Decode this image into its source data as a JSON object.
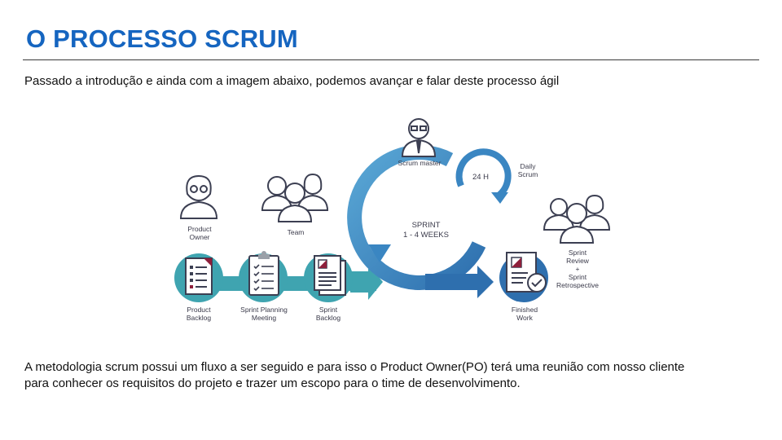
{
  "slide": {
    "title": "O PROCESSO SCRUM",
    "intro": "Passado a introdução e ainda com a imagem abaixo, podemos avançar e falar deste processo ágil",
    "body_lines": [
      "A metodologia scrum possui um fluxo a ser seguido e para isso o Product Owner(PO) terá uma reunião com nosso cliente",
      "para conhecer os requisitos do projeto e trazer um escopo para o time de desenvolvimento."
    ]
  },
  "diagram": {
    "roles": {
      "product_owner": [
        "Product",
        "Owner"
      ],
      "team": "Team",
      "scrum_master": "Scrum master",
      "review": [
        "Sprint",
        "Review",
        "+",
        "Sprint",
        "Retrospective"
      ]
    },
    "steps": {
      "product_backlog": [
        "Product",
        "Backlog"
      ],
      "planning": [
        "Sprint Planning",
        "Meeting"
      ],
      "sprint_backlog": [
        "Sprint",
        "Backlog"
      ],
      "finished": [
        "Finished",
        "Work"
      ]
    },
    "sprint": [
      "SPRINT",
      "1 - 4 WEEKS"
    ],
    "daily": {
      "hours": "24 H",
      "label": [
        "Daily",
        "Scrum"
      ]
    },
    "colors": {
      "teal": "#3fa4b0",
      "blue": "#2e6fae",
      "dark": "#3c3f52",
      "accent": "#8e1f3b"
    }
  }
}
